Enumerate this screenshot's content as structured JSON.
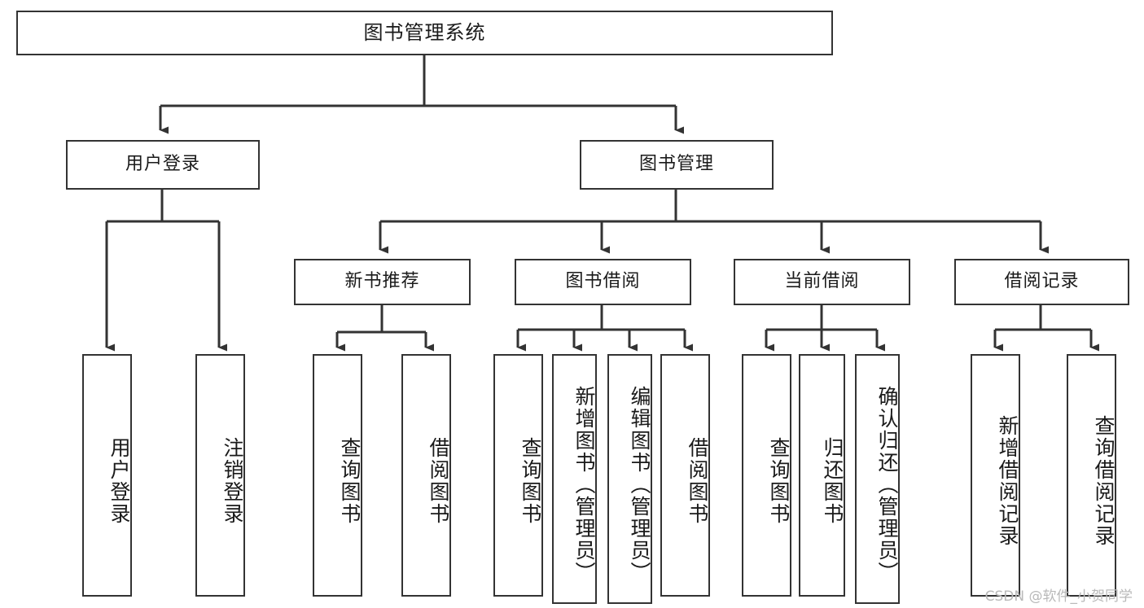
{
  "diagram": {
    "title": "图书管理系统",
    "watermark": "CSDN @软件_小贺同学",
    "level1": [
      {
        "id": "user-login",
        "label": "用户登录"
      },
      {
        "id": "book-management",
        "label": "图书管理"
      }
    ],
    "level2": [
      {
        "id": "new-book-recommend",
        "label": "新书推荐"
      },
      {
        "id": "book-borrow",
        "label": "图书借阅"
      },
      {
        "id": "current-borrow",
        "label": "当前借阅"
      },
      {
        "id": "borrow-record",
        "label": "借阅记录"
      }
    ],
    "leaves": {
      "user_login": [
        {
          "id": "leaf-user-login",
          "label": "用户登录"
        },
        {
          "id": "leaf-logout-login",
          "label": "注销登录"
        }
      ],
      "new_book_recommend": [
        {
          "id": "leaf-query-book-1",
          "label": "查询图书"
        },
        {
          "id": "leaf-borrow-book-1",
          "label": "借阅图书"
        }
      ],
      "book_borrow": [
        {
          "id": "leaf-query-book-2",
          "label": "查询图书"
        },
        {
          "id": "leaf-add-book-admin",
          "label": "新增图书（管理员）"
        },
        {
          "id": "leaf-edit-book-admin",
          "label": "编辑图书（管理员）"
        },
        {
          "id": "leaf-borrow-book-2",
          "label": "借阅图书"
        }
      ],
      "current_borrow": [
        {
          "id": "leaf-query-book-3",
          "label": "查询图书"
        },
        {
          "id": "leaf-return-book",
          "label": "归还图书"
        },
        {
          "id": "leaf-confirm-return-admin",
          "label": "确认归还（管理员）"
        }
      ],
      "borrow_record": [
        {
          "id": "leaf-add-borrow-record",
          "label": "新增借阅记录"
        },
        {
          "id": "leaf-query-borrow-record",
          "label": "查询借阅记录"
        }
      ]
    },
    "colors": {
      "stroke": "#333333",
      "background": "#ffffff",
      "text": "#1a1a1a",
      "watermark": "#b9b9b9"
    }
  }
}
